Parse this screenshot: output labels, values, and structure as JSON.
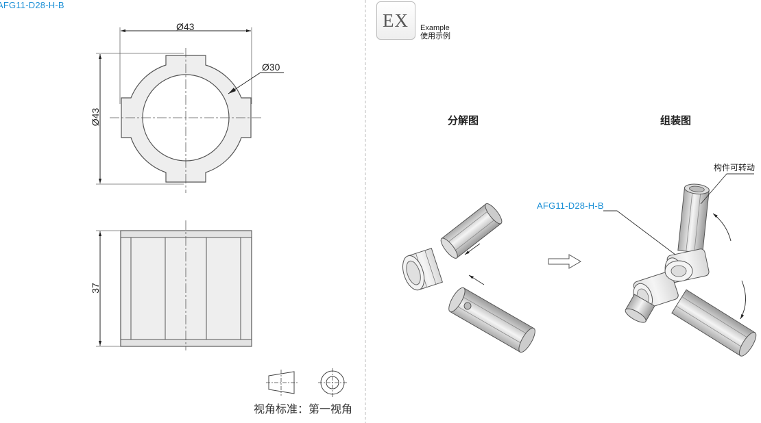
{
  "part_code": "AFG11-D28-H-B",
  "front_view": {
    "dim_outer_width": "Ø43",
    "dim_outer_height": "Ø43",
    "dim_inner": "Ø30"
  },
  "side_view": {
    "dim_length": "37"
  },
  "projection": {
    "label": "视角标准：第一视角"
  },
  "example": {
    "badge": "EX",
    "label_en": "Example",
    "label_cn": "使用示例",
    "exploded_title": "分解图",
    "assembled_title": "组装图",
    "rotate_note": "构件可转动",
    "callout_part": "AFG11-D28-H-B"
  },
  "colors": {
    "accent": "#1a8fd6",
    "part_fill": "#eeeeee",
    "outline": "#555555"
  }
}
